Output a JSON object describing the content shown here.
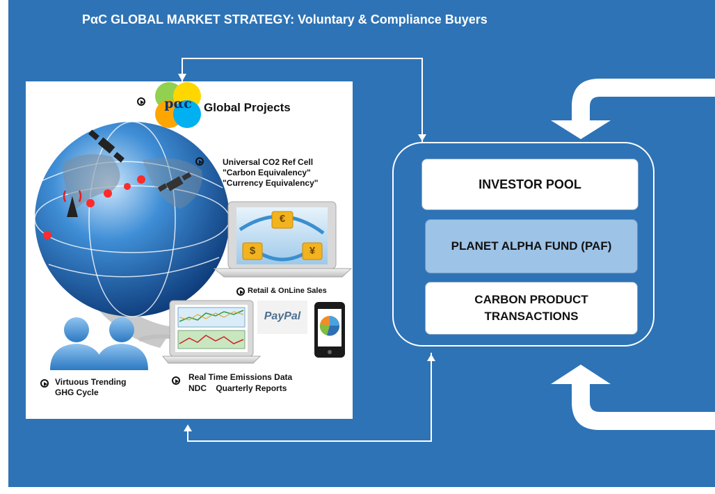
{
  "title": "PαC GLOBAL MARKET STRATEGY: Voluntary & Compliance Buyers",
  "logo": {
    "text": "pαc",
    "caption": "Global Projects"
  },
  "labels": {
    "ref_cell_line1": "Universal CO2 Ref Cell",
    "ref_cell_line2": "\"Carbon Equivalency\"",
    "ref_cell_line3": "\"Currency Equivalency\"",
    "retail_sales": "Retail & OnLine Sales",
    "paypal": "PayPal",
    "virtuous_line1": "Virtuous Trending",
    "virtuous_line2": "GHG Cycle",
    "realtime_line1": "Real Time Emissions Data",
    "realtime_line2": "NDC    Quarterly Reports"
  },
  "currency_symbols": {
    "euro": "€",
    "dollar": "$",
    "yen": "¥"
  },
  "boxes": {
    "investor_pool": "INVESTOR POOL",
    "planet_alpha_fund": "PLANET ALPHA FUND (PAF)",
    "carbon_line1": "CARBON PRODUCT",
    "carbon_line2": "TRANSACTIONS"
  },
  "colors": {
    "background": "#2e73b6",
    "panel": "#ffffff",
    "box_highlight": "#9dc3e6",
    "logo_green": "#92d050",
    "logo_yellow": "#ffd700",
    "logo_orange": "#ffa500",
    "logo_blue": "#00b0f0"
  }
}
